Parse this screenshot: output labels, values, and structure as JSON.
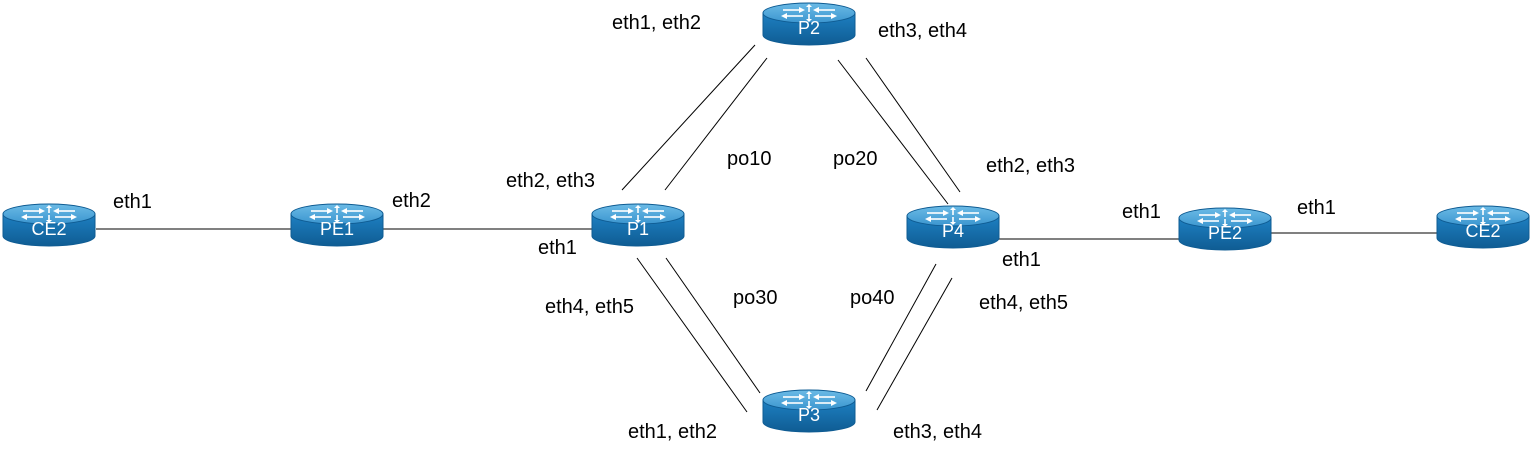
{
  "colors": {
    "router_top": "#4aa3d6",
    "router_body": "#1b78b8",
    "router_body_dark": "#0f5c93",
    "router_text": "#ffffff",
    "link": "#000000"
  },
  "routers": {
    "ce2_left": {
      "name": "CE2",
      "icon": "router-icon"
    },
    "pe1": {
      "name": "PE1",
      "icon": "router-icon"
    },
    "p1": {
      "name": "P1",
      "icon": "router-icon"
    },
    "p2": {
      "name": "P2",
      "icon": "router-icon"
    },
    "p3": {
      "name": "P3",
      "icon": "router-icon"
    },
    "p4": {
      "name": "P4",
      "icon": "router-icon"
    },
    "pe2": {
      "name": "PE2",
      "icon": "router-icon"
    },
    "ce2_right": {
      "name": "CE2",
      "icon": "router-icon"
    }
  },
  "labels": {
    "ce2_left_eth1": "eth1",
    "pe1_eth2": "eth2",
    "p1_eth1": "eth1",
    "p1_eth2_eth3": "eth2, eth3",
    "p1_eth4_eth5": "eth4, eth5",
    "p2_eth1_eth2": "eth1, eth2",
    "p2_eth3_eth4": "eth3, eth4",
    "po10": "po10",
    "po20": "po20",
    "po30": "po30",
    "po40": "po40",
    "p4_eth2_eth3": "eth2, eth3",
    "p4_eth1": "eth1",
    "p4_eth4_eth5": "eth4, eth5",
    "p3_eth1_eth2": "eth1, eth2",
    "p3_eth3_eth4": "eth3, eth4",
    "pe2_eth1": "eth1",
    "ce2_right_eth1": "eth1"
  }
}
